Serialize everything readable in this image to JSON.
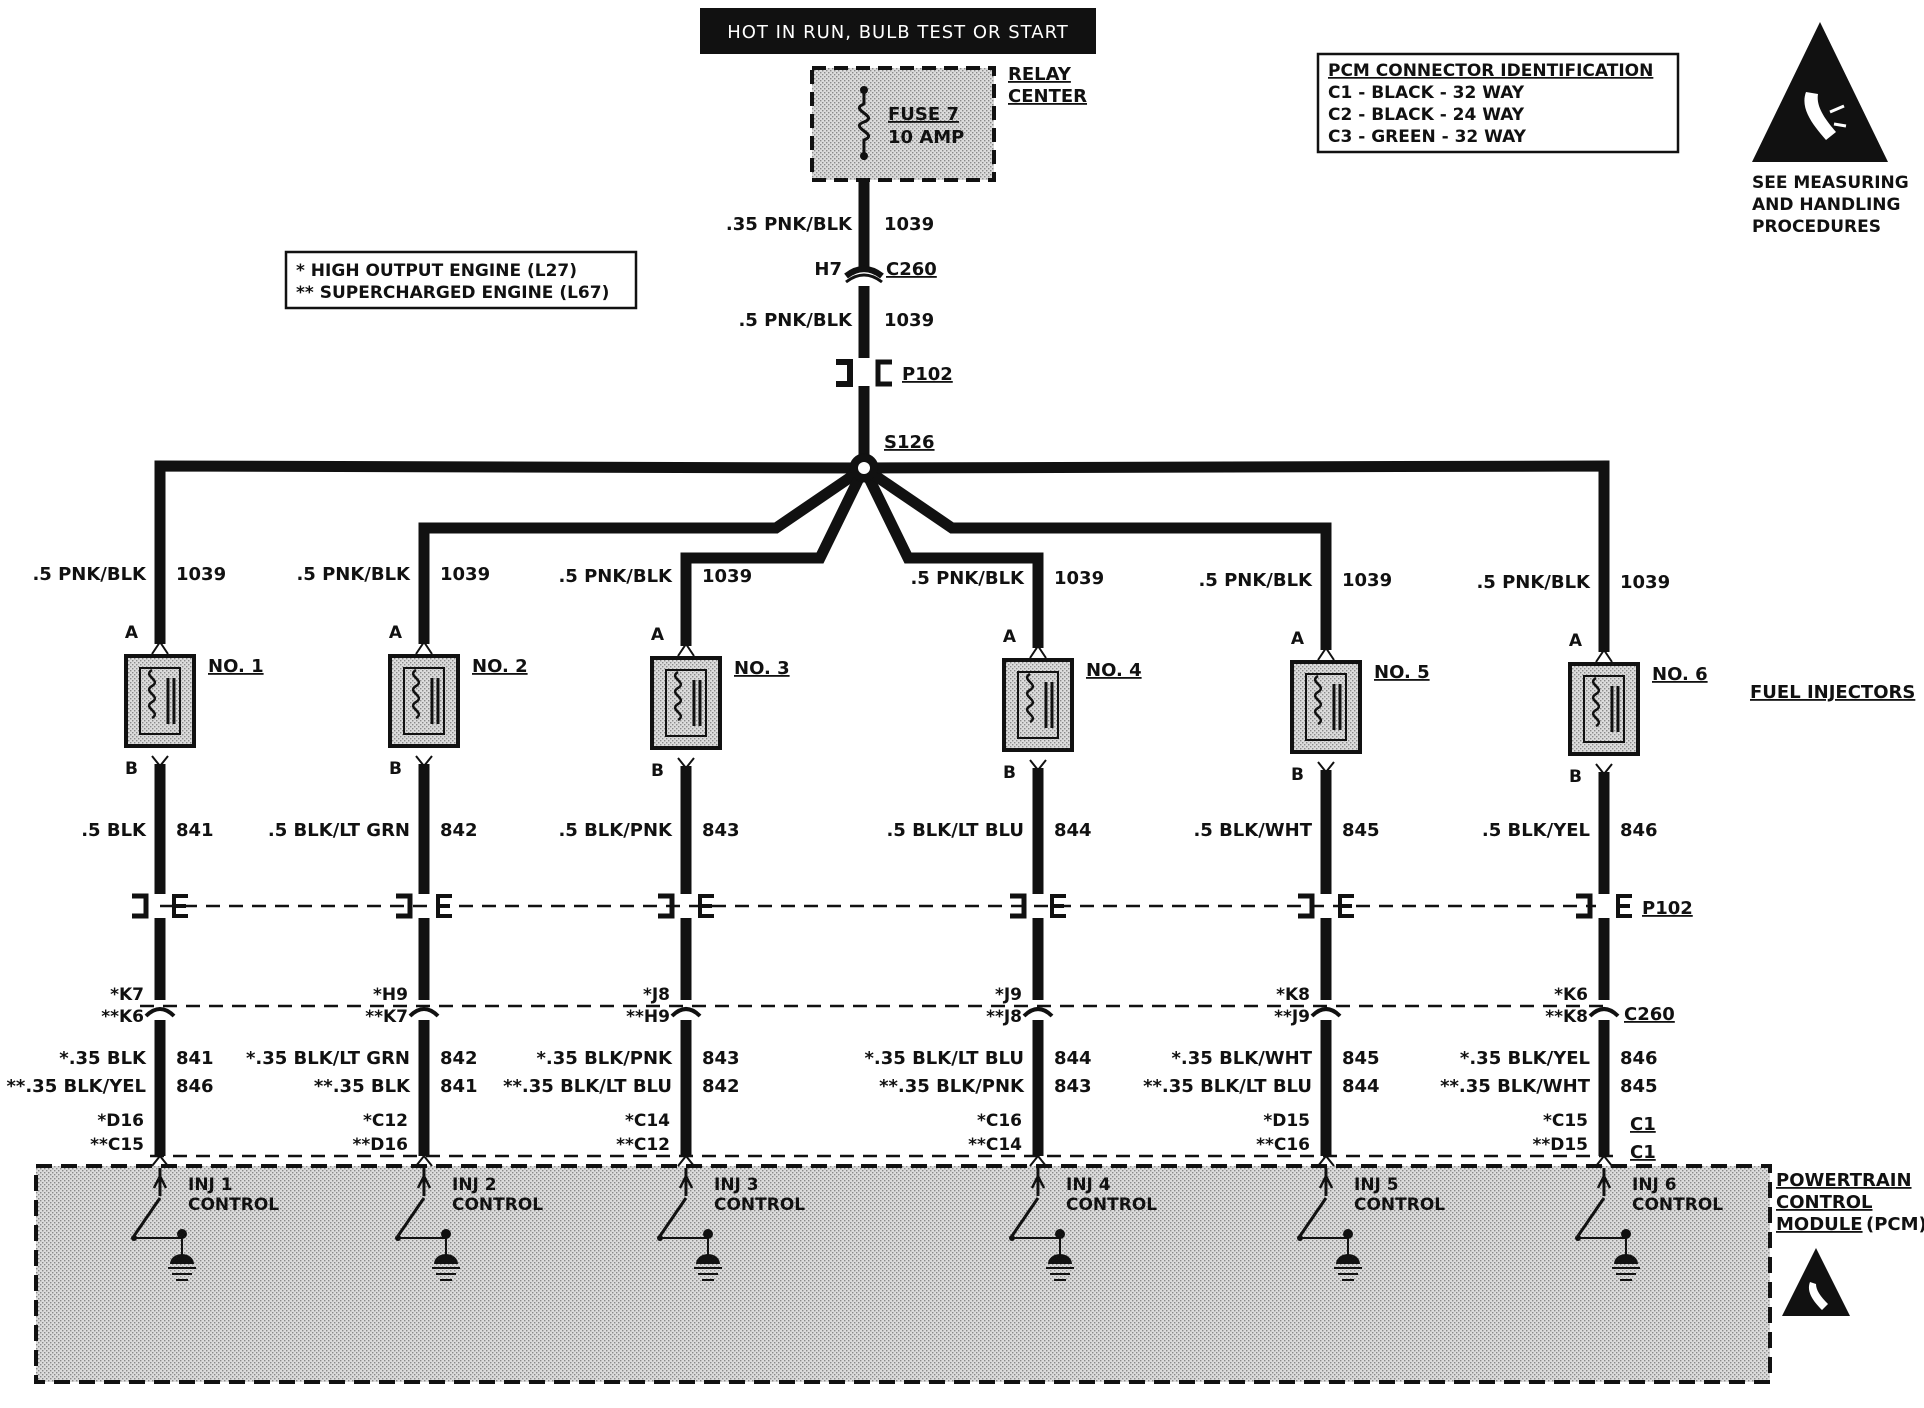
{
  "header": {
    "power_source": "HOT IN RUN, BULB TEST OR START"
  },
  "relay_center": {
    "label_line1": "RELAY",
    "label_line2": "CENTER",
    "fuse_line1": "FUSE 7",
    "fuse_line2": "10 AMP"
  },
  "pcm_connector_id": {
    "title": "PCM CONNECTOR IDENTIFICATION",
    "rows": [
      "C1 - BLACK - 32 WAY",
      "C2 - BLACK - 24 WAY",
      "C3 - GREEN - 32 WAY"
    ]
  },
  "esd_note": {
    "line1": "SEE MEASURING",
    "line2": "AND HANDLING",
    "line3": "PROCEDURES"
  },
  "engine_legend": {
    "line1": "*   HIGH OUTPUT ENGINE (L27)",
    "line2": "**  SUPERCHARGED ENGINE (L67)"
  },
  "feed": {
    "upper_wire": ".35 PNK/BLK",
    "upper_circuit": "1039",
    "c260_pin": "H7",
    "c260_label": "C260",
    "lower_wire": ".5 PNK/BLK",
    "lower_circuit": "1039",
    "p102_label": "P102",
    "splice_label": "S126"
  },
  "fuel_injectors_label": "FUEL INJECTORS",
  "connectors": {
    "p102": "P102",
    "c260": "C260",
    "c1_top": "C1",
    "c1_bottom": "C1"
  },
  "pcm": {
    "line1": "POWERTRAIN",
    "line2": "CONTROL",
    "line3": "MODULE",
    "line3_suffix": "(PCM)"
  },
  "injectors": [
    {
      "name": "NO. 1",
      "pin_a": "A",
      "pin_b": "B",
      "feed_wire": ".5 PNK/BLK",
      "feed_circuit": "1039",
      "out_wire": ".5 BLK",
      "out_circuit": "841",
      "c260_pin1": "*K7",
      "c260_pin2": "**K6",
      "pcm_wire1": "*.35 BLK",
      "pcm_circuit1": "841",
      "pcm_wire2": "**.35 BLK/YEL",
      "pcm_circuit2": "846",
      "pcm_pin1": "*D16",
      "pcm_pin2": "**C15",
      "control_line1": "INJ 1",
      "control_line2": "CONTROL"
    },
    {
      "name": "NO. 2",
      "pin_a": "A",
      "pin_b": "B",
      "feed_wire": ".5 PNK/BLK",
      "feed_circuit": "1039",
      "out_wire": ".5 BLK/LT GRN",
      "out_circuit": "842",
      "c260_pin1": "*H9",
      "c260_pin2": "**K7",
      "pcm_wire1": "*.35 BLK/LT GRN",
      "pcm_circuit1": "842",
      "pcm_wire2": "**.35 BLK",
      "pcm_circuit2": "841",
      "pcm_pin1": "*C12",
      "pcm_pin2": "**D16",
      "control_line1": "INJ 2",
      "control_line2": "CONTROL"
    },
    {
      "name": "NO. 3",
      "pin_a": "A",
      "pin_b": "B",
      "feed_wire": ".5 PNK/BLK",
      "feed_circuit": "1039",
      "out_wire": ".5 BLK/PNK",
      "out_circuit": "843",
      "c260_pin1": "*J8",
      "c260_pin2": "**H9",
      "pcm_wire1": "*.35 BLK/PNK",
      "pcm_circuit1": "843",
      "pcm_wire2": "**.35 BLK/LT BLU",
      "pcm_circuit2": "842",
      "pcm_pin1": "*C14",
      "pcm_pin2": "**C12",
      "control_line1": "INJ 3",
      "control_line2": "CONTROL"
    },
    {
      "name": "NO. 4",
      "pin_a": "A",
      "pin_b": "B",
      "feed_wire": ".5 PNK/BLK",
      "feed_circuit": "1039",
      "out_wire": ".5 BLK/LT BLU",
      "out_circuit": "844",
      "c260_pin1": "*J9",
      "c260_pin2": "**J8",
      "pcm_wire1": "*.35 BLK/LT BLU",
      "pcm_circuit1": "844",
      "pcm_wire2": "**.35 BLK/PNK",
      "pcm_circuit2": "843",
      "pcm_pin1": "*C16",
      "pcm_pin2": "**C14",
      "control_line1": "INJ 4",
      "control_line2": "CONTROL"
    },
    {
      "name": "NO. 5",
      "pin_a": "A",
      "pin_b": "B",
      "feed_wire": ".5 PNK/BLK",
      "feed_circuit": "1039",
      "out_wire": ".5 BLK/WHT",
      "out_circuit": "845",
      "c260_pin1": "*K8",
      "c260_pin2": "**J9",
      "pcm_wire1": "*.35 BLK/WHT",
      "pcm_circuit1": "845",
      "pcm_wire2": "**.35 BLK/LT BLU",
      "pcm_circuit2": "844",
      "pcm_pin1": "*D15",
      "pcm_pin2": "**C16",
      "control_line1": "INJ 5",
      "control_line2": "CONTROL"
    },
    {
      "name": "NO. 6",
      "pin_a": "A",
      "pin_b": "B",
      "feed_wire": ".5 PNK/BLK",
      "feed_circuit": "1039",
      "out_wire": ".5 BLK/YEL",
      "out_circuit": "846",
      "c260_pin1": "*K6",
      "c260_pin2": "**K8",
      "pcm_wire1": "*.35 BLK/YEL",
      "pcm_circuit1": "846",
      "pcm_wire2": "**.35 BLK/WHT",
      "pcm_circuit2": "845",
      "pcm_pin1": "*C15",
      "pcm_pin2": "**D15",
      "control_line1": "INJ 6",
      "control_line2": "CONTROL"
    }
  ]
}
